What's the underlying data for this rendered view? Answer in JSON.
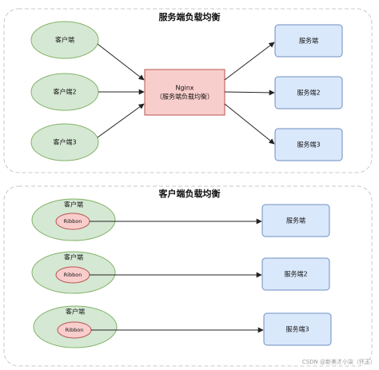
{
  "server_lb": {
    "title": "服务端负载均衡",
    "clients": [
      "客户端",
      "客户端2",
      "客户端3"
    ],
    "nginx": [
      "Nginx",
      "（服务端负载均衡）"
    ],
    "servers": [
      "服务端",
      "服务端2",
      "服务端3"
    ]
  },
  "client_lb": {
    "title": "客户端负载均衡",
    "clients": [
      {
        "label": "客户端",
        "ribbon": "Ribbon"
      },
      {
        "label": "客户端",
        "ribbon": "Ribbon"
      },
      {
        "label": "客户端",
        "ribbon": "Ribbon"
      }
    ],
    "servers": [
      "服务端",
      "服务端2",
      "服务端3"
    ]
  },
  "watermark": "CSDN @新美才小柒（怀玉）",
  "colors": {
    "panel_border": "#c8c8c8",
    "client_fill": "#d5e8d4",
    "client_stroke": "#82b366",
    "server_fill": "#dae8fc",
    "server_stroke": "#6c8ebf",
    "nginx_fill": "#f8cecc",
    "nginx_stroke": "#b85450",
    "arrow": "#222222"
  }
}
